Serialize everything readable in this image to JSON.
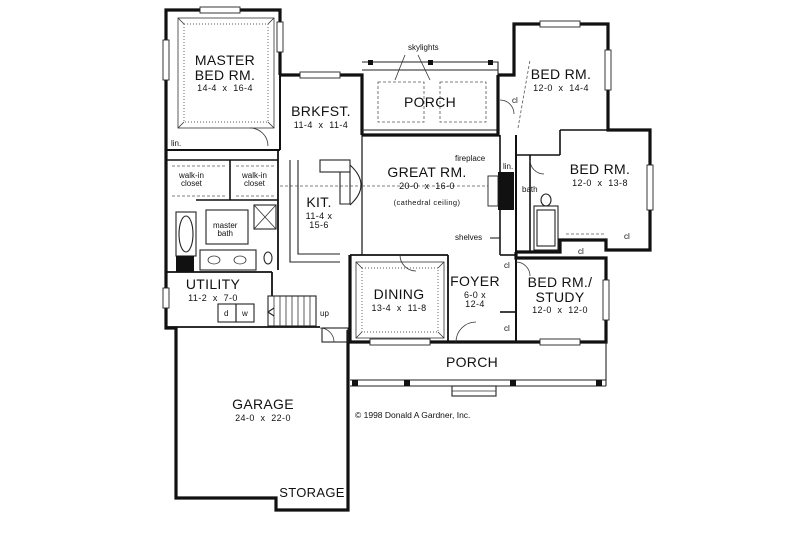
{
  "rooms": {
    "master_bed": {
      "name": "MASTER\nBED RM.",
      "dim": "14-4  x  16-4"
    },
    "brkfst": {
      "name": "BRKFST.",
      "dim": "11-4  x  11-4"
    },
    "porch_rear": {
      "name": "PORCH"
    },
    "bed_1": {
      "name": "BED RM.",
      "dim": "12-0  x  14-4"
    },
    "bed_2": {
      "name": "BED RM.",
      "dim": "12-0  x  13-8"
    },
    "great_rm": {
      "name": "GREAT RM.",
      "dim": "20-0  x  16-0",
      "note": "(cathedral ceiling)"
    },
    "kit": {
      "name": "KIT.",
      "dim": "11-4  x\n15-6"
    },
    "utility": {
      "name": "UTILITY",
      "dim": "11-2  x  7-0"
    },
    "dining": {
      "name": "DINING",
      "dim": "13-4  x  11-8"
    },
    "foyer": {
      "name": "FOYER",
      "dim": "6-0  x\n12-4"
    },
    "bed_study": {
      "name": "BED RM./\nSTUDY",
      "dim": "12-0  x  12-0"
    },
    "porch_front": {
      "name": "PORCH"
    },
    "garage": {
      "name": "GARAGE",
      "dim": "24-0  x  22-0"
    },
    "storage": {
      "name": "STORAGE"
    }
  },
  "annotations": {
    "skylights": "skylights",
    "lin_master": "lin.",
    "lin_hall": "lin.",
    "walkin_left": "walk-in\ncloset",
    "walkin_right": "walk-in\ncloset",
    "master_bath": "master\nbath",
    "fireplace": "fireplace",
    "shelves": "shelves",
    "bath": "bath",
    "cl_bed1": "cl",
    "cl_bed2": "cl",
    "cl_study": "cl",
    "cl_foyer_top": "cl",
    "cl_foyer_bottom": "cl",
    "dryer": "d",
    "washer": "w",
    "up": "up"
  },
  "copyright": "©  1998   Donald  A  Gardner,  Inc."
}
